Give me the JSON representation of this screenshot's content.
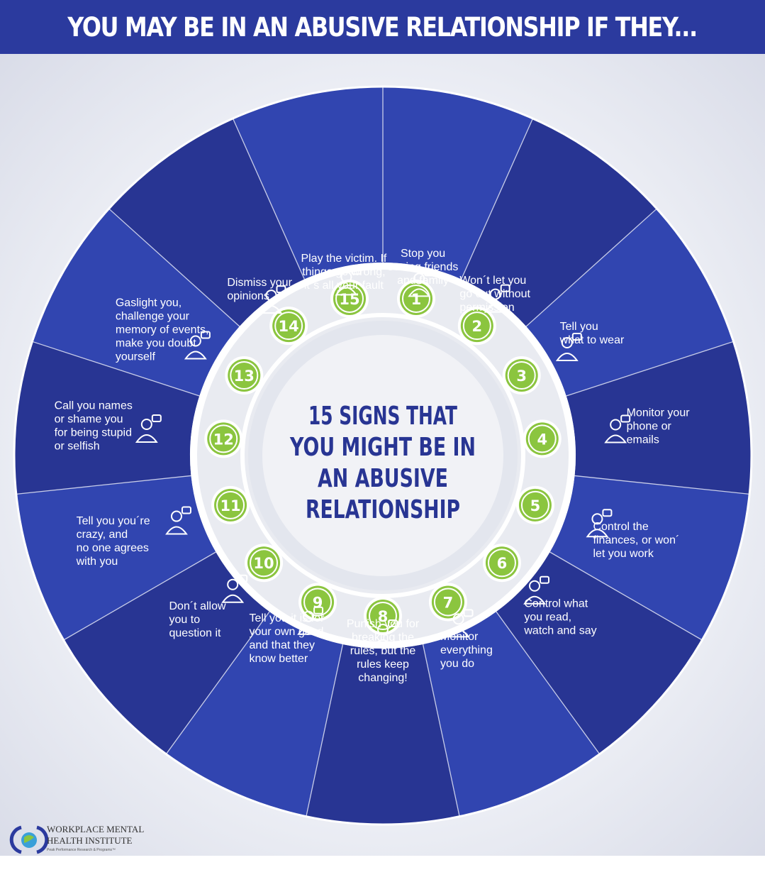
{
  "header": {
    "title": "YOU MAY BE IN AN ABUSIVE RELATIONSHIP IF THEY..."
  },
  "center": {
    "lines": [
      "15 SIGNS THAT",
      "YOU MIGHT BE IN",
      "AN ABUSIVE",
      "RELATIONSHIP"
    ]
  },
  "colors": {
    "wheel_dark": "#283593",
    "wheel_light": "#3145b0",
    "badge_green": "#8bc53f",
    "header": "#2b3a9e"
  },
  "signs": [
    {
      "number": "1",
      "lines": [
        "Stop you",
        "seeing friends",
        "and family"
      ],
      "icon": "family-icon"
    },
    {
      "number": "2",
      "lines": [
        "Won´t let you",
        "go out without",
        "permission"
      ],
      "icon": "permission-document-icon"
    },
    {
      "number": "3",
      "lines": [
        "Tell you",
        "what to wear"
      ],
      "icon": "jacket-icon"
    },
    {
      "number": "4",
      "lines": [
        "Monitor your",
        "phone or",
        "emails"
      ],
      "icon": "computer-email-icon"
    },
    {
      "number": "5",
      "lines": [
        "Control the",
        "finances, or won´",
        "let you work"
      ],
      "icon": "money-bag-icon"
    },
    {
      "number": "6",
      "lines": [
        "Control what",
        "you read,",
        "watch and say"
      ],
      "icon": "person-reading-icon"
    },
    {
      "number": "7",
      "lines": [
        "Monitor",
        "everything",
        "you do"
      ],
      "icon": "surveillance-eye-icon"
    },
    {
      "number": "8",
      "lines": [
        "Punish you for",
        "breaking the",
        "rules, but the",
        "rules keep",
        "changing!"
      ],
      "icon": "rules-scroll-icon"
    },
    {
      "number": "9",
      "lines": [
        "Tell you it is for",
        "your own good,",
        "and that they",
        "know better"
      ],
      "icon": "conversation-icon"
    },
    {
      "number": "10",
      "lines": [
        "Don´t allow",
        "you to",
        "question it"
      ],
      "icon": "question-head-icon"
    },
    {
      "number": "11",
      "lines": [
        "Tell you you´re",
        "crazy, and",
        "no one agrees",
        "with you"
      ],
      "icon": "dancing-people-icon"
    },
    {
      "number": "12",
      "lines": [
        "Call you names",
        "or shame you",
        "for being stupid",
        "or selfish"
      ],
      "icon": "angry-face-icon"
    },
    {
      "number": "13",
      "lines": [
        "Gaslight you,",
        "challenge your",
        "memory of events,",
        "make you doubt",
        "yourself"
      ],
      "icon": "confusion-icon"
    },
    {
      "number": "14",
      "lines": [
        "Dismiss your",
        "opinions"
      ],
      "icon": "speech-person-icon"
    },
    {
      "number": "15",
      "lines": [
        "Play the victim. If",
        "things go wrong,",
        "it´s all your fault"
      ],
      "icon": "victim-group-icon"
    }
  ],
  "logo": {
    "line1": "WORKPLACE MENTAL",
    "line2": "HEALTH INSTITUTE",
    "tagline": "Peak Performance Research & Programs™"
  }
}
